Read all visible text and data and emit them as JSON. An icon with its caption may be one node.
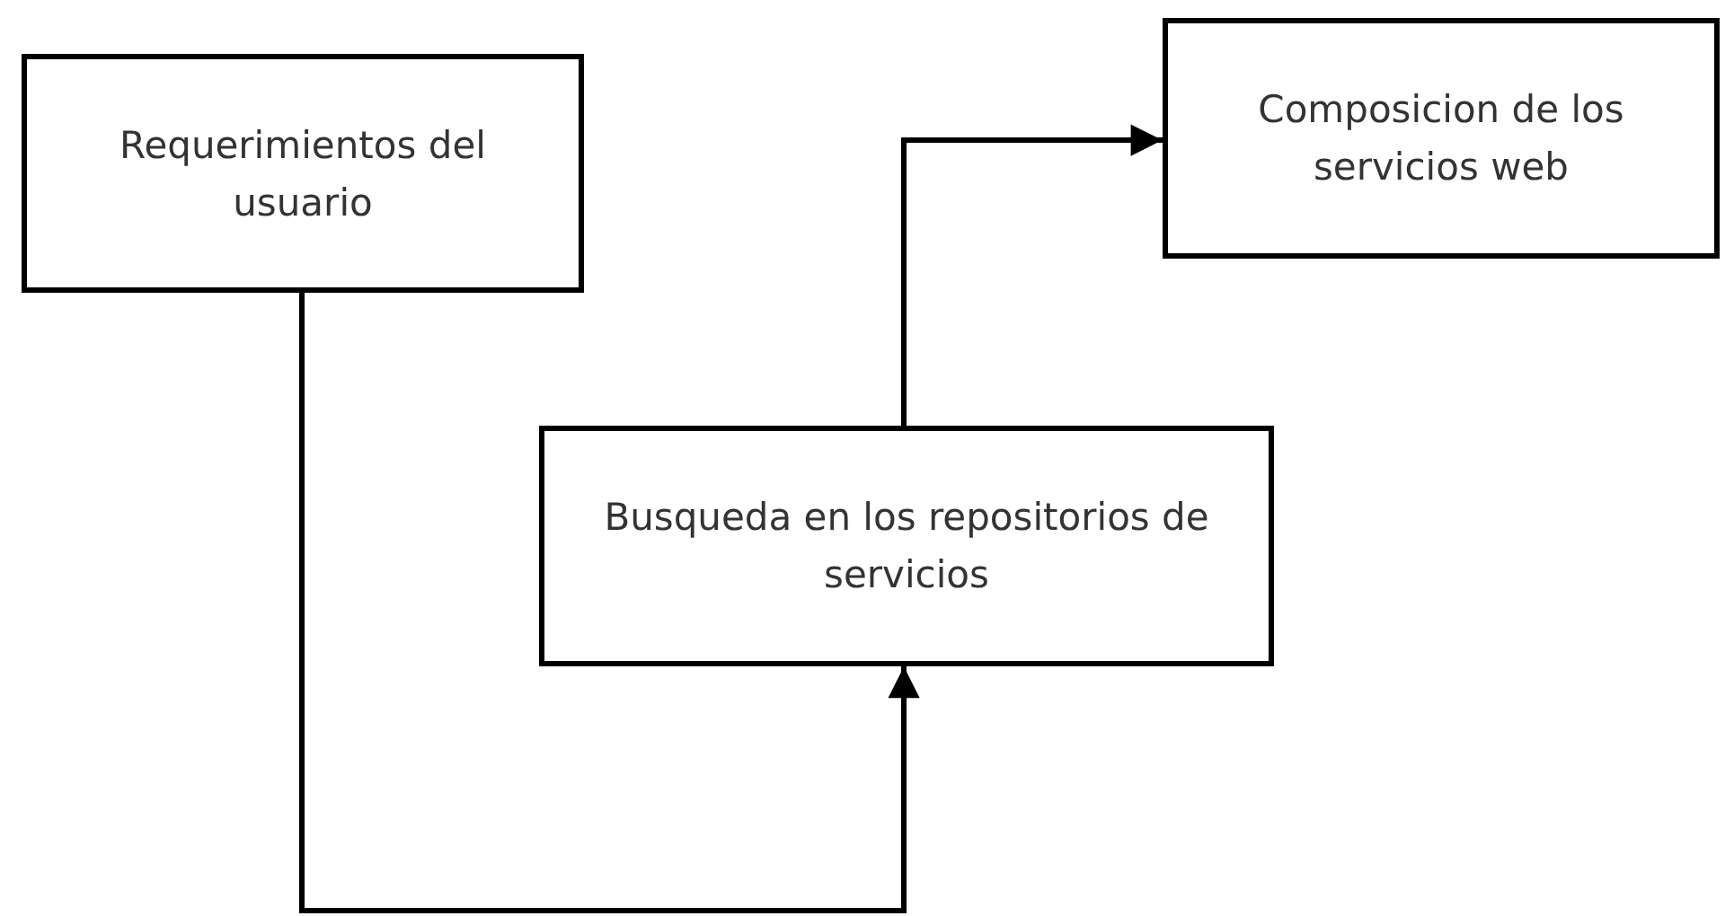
{
  "diagram": {
    "nodes": [
      {
        "text": [
          "Requerimientos del usuario"
        ]
      },
      {
        "text": [
          "Composicion de los servicios web"
        ]
      },
      {
        "text": [
          "Busqueda en los repositorios de servicios"
        ]
      }
    ],
    "edges": [
      {
        "from": 0,
        "to": 2,
        "arrow": "to"
      },
      {
        "from": 2,
        "to": 1,
        "arrow": "to"
      }
    ]
  }
}
